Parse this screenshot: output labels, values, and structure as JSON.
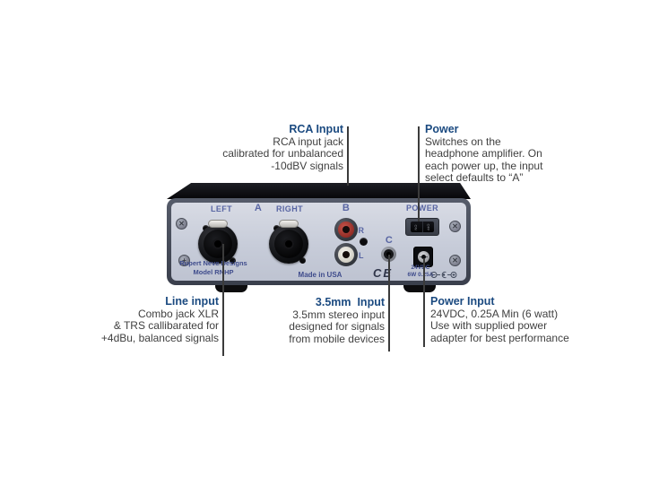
{
  "colors": {
    "heading": "#1b4a80",
    "body_text": "#3f3f3f",
    "connector_line": "#3b3b3b",
    "panel_face": "#c7ccd9",
    "panel_frame": "#464c5a",
    "panel_label": "#5966a3",
    "rca_red": "#8f2a23",
    "rca_white": "#f4f2ec"
  },
  "callouts": {
    "rca_input": {
      "title": "RCA Input",
      "lines": [
        "RCA input jack",
        "calibrated for unbalanced",
        "-10dBV signals"
      ]
    },
    "power": {
      "title": "Power",
      "lines": [
        "Switches on the",
        "headphone amplifier. On",
        "each power up, the input",
        "select defaults to “A”"
      ]
    },
    "line_input": {
      "title": "Line input",
      "lines": [
        "Combo jack XLR",
        "& TRS callibarated for",
        "+4dBu, balanced signals"
      ]
    },
    "input_35mm": {
      "title": "3.5mm  Input",
      "lines": [
        "3.5mm stereo input",
        "designed for signals",
        "from mobile devices"
      ]
    },
    "power_input": {
      "title": "Power Input",
      "lines": [
        "24VDC, 0.25A Min (6 watt)",
        "Use with supplied power",
        "adapter for best performance"
      ]
    }
  },
  "device": {
    "jack_labels": {
      "left": "LEFT",
      "input_a": "A",
      "right": "RIGHT",
      "input_b": "B",
      "rca_r": "R",
      "rca_l": "L",
      "input_c": "C",
      "power": "POWER"
    },
    "switch_marks": {
      "on": "ON",
      "off": "OFF"
    },
    "brand": {
      "line1": "Rupert Neve Designs",
      "line2": "Model RNHP"
    },
    "made_in": "Made in USA",
    "ce_mark": "CE",
    "power_rating": {
      "line1": "24VDC",
      "line2": "6W 0.25A"
    }
  }
}
